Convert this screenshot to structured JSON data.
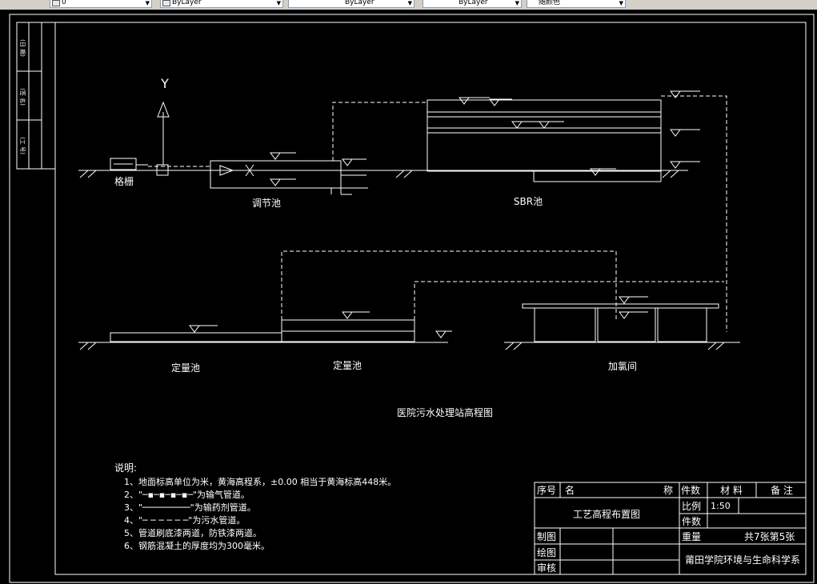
{
  "toolbar": {
    "layer_combo": "0",
    "color_combo": "ByLayer",
    "linetype_combo": "ByLayer",
    "lineweight_combo": "ByLayer",
    "plotstyle_combo": "随颜色"
  },
  "drawing": {
    "side_stamp": [
      "(日 期)",
      "(签 名)",
      "(工 号)"
    ],
    "arrow_label": "Y",
    "unit_labels": {
      "grille": "格栅",
      "regulating": "调节池",
      "sbr": "SBR池",
      "dosing1": "定量池",
      "dosing2": "定量池",
      "chlorine": "加氯间"
    },
    "main_title": "医院污水处理站高程图",
    "notes_heading": "说明:",
    "notes": [
      "1、地面标高单位为米，黄海高程系，±0.00 相当于黄海标高448米。",
      "2、\"─▪─▪─▪─▪─\"为输气管道。",
      "3、\"─────────\"为输药剂管道。",
      "4、\"─ ─ ─ ─ ─ ─\"为污水管道。",
      "5、管道刷底漆两道，防铁漆两道。",
      "6、钢筋混凝土的厚度均为300毫米。"
    ],
    "title_block": {
      "seq": "序号",
      "name": "名",
      "name2": "称",
      "qty": "件数",
      "material": "材  料",
      "remark": "备  注",
      "drawing_name": "工艺高程布置图",
      "scale_label": "比例",
      "scale_value": "1:50",
      "pieces_label": "件数",
      "weight_label": "重量",
      "sheet_info": "共7张第5张",
      "drawn_by": "制图",
      "drafted_by": "绘图",
      "checked_by": "审核",
      "organization": "莆田学院环境与生命科学系"
    }
  }
}
